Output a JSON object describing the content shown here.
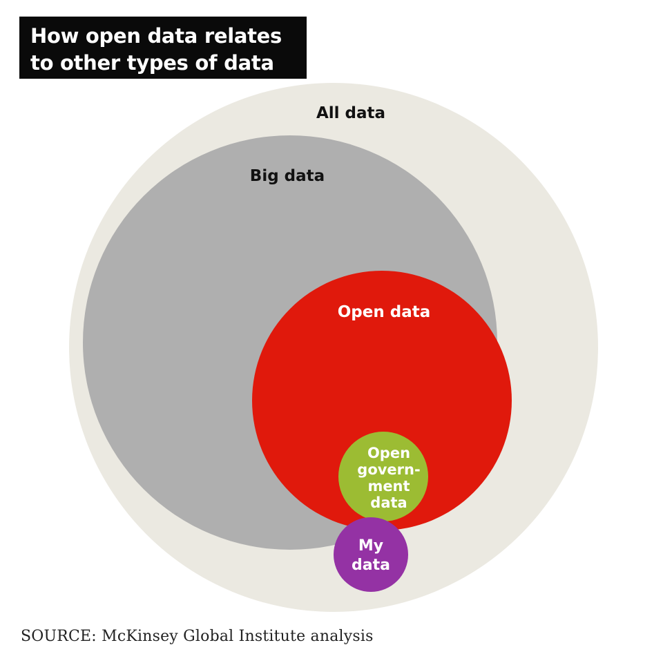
{
  "title": {
    "line1": "How open data relates",
    "line2": "to other types of data"
  },
  "sets": {
    "all_data": "All data",
    "big_data": "Big data",
    "open_data": "Open data",
    "open_government_data": [
      "Open",
      "govern-",
      "ment",
      "data"
    ],
    "my_data": [
      "My",
      "data"
    ]
  },
  "source": "SOURCE: McKinsey Global Institute analysis",
  "colors": {
    "all_data": "#ebe9e1",
    "big_data": "#afafaf",
    "open_data": "#e0190c",
    "open_government_data": "#9cbc33",
    "my_data": "#9432a4",
    "title_background": "#0a0a0a"
  }
}
